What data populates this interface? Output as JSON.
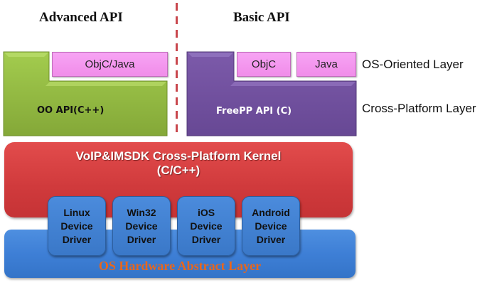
{
  "headings": {
    "advanced": "Advanced API",
    "basic": "Basic API"
  },
  "layer_labels": {
    "os_oriented": "OS-Oriented Layer",
    "cross_platform": "Cross-Platform Layer"
  },
  "advanced_api": {
    "core_label": "OO API(C++)",
    "bindings": [
      "ObjC/Java"
    ],
    "color": "#8cb23a"
  },
  "basic_api": {
    "core_label": "FreePP API (C)",
    "bindings": [
      "ObjC",
      "Java"
    ],
    "color": "#7452a0"
  },
  "kernel": {
    "title_line1": "VoIP&IMSDK Cross-Platform Kernel",
    "title_line2": "(C/C++)",
    "color": "#d03a3c"
  },
  "drivers": [
    {
      "line1": "Linux",
      "line2": "Device",
      "line3": "Driver"
    },
    {
      "line1": "Win32",
      "line2": "Device",
      "line3": "Driver"
    },
    {
      "line1": "iOS",
      "line2": "Device",
      "line3": "Driver"
    },
    {
      "line1": "Android",
      "line2": "Device",
      "line3": "Driver"
    }
  ],
  "hal": {
    "title": "OS Hardware Abstract Layer",
    "color": "#3e7fd6",
    "title_color": "#e8661c"
  }
}
